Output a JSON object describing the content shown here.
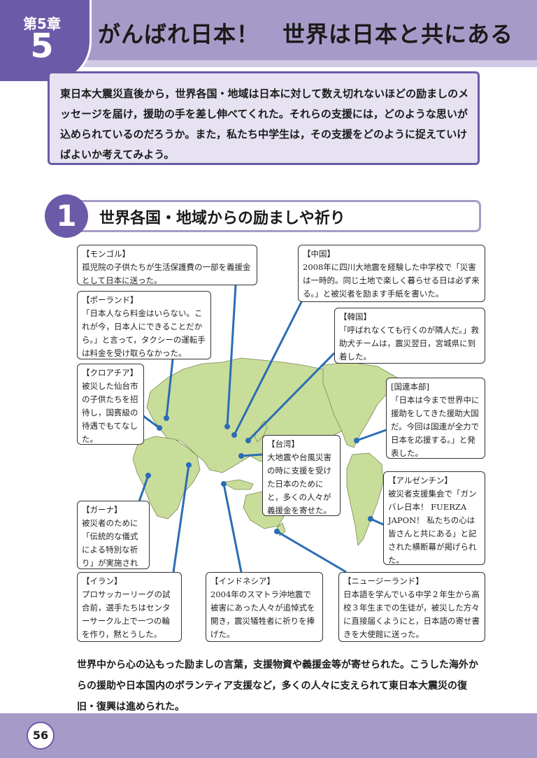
{
  "header": {
    "chapter_label": "第5章",
    "chapter_number": "5",
    "title": "がんばれ日本！　世界は日本と共にある"
  },
  "intro": {
    "text": "東日本大震災直後から，世界各国・地域は日本に対して数え切れないほどの励ましのメッセージを届け，援助の手を差し伸べてくれた。それらの支援には，どのような思いが込められているのだろうか。また，私たち中学生は，その支援をどのように捉えていけばよいか考えてみよう。"
  },
  "section": {
    "number": "1",
    "title": "世界各国・地域からの励ましや祈り"
  },
  "callouts": {
    "mongolia": {
      "title": "【モンゴル】",
      "body": "孤児院の子供たちが生活保護費の一部を義援金として日本に送った。"
    },
    "china": {
      "title": "【中国】",
      "body": "2008年に四川大地震を経験した中学校で「災害は一時的。同じ土地で楽しく暮らせる日は必ず来る。」と被災者を励ます手紙を書いた。"
    },
    "poland": {
      "title": "【ポーランド】",
      "body": "「日本人なら料金はいらない。これが今，日本人にできることだから。」と言って，タクシーの運転手は料金を受け取らなかった。"
    },
    "korea": {
      "title": "【韓国】",
      "body": "「呼ばれなくても行くのが隣人だ。」救助犬チームは，震災翌日，宮城県に到着した。"
    },
    "croatia": {
      "title": "【クロアチア】",
      "body": "被災した仙台市の子供たちを招待し，国賓級の待遇でもてなした。"
    },
    "un": {
      "title": "[国連本部]",
      "body": "「日本は今まで世界中に援助をしてきた援助大国だ。今回は国連が全力で日本を応援する。」と発表した。"
    },
    "taiwan": {
      "title": "【台湾】",
      "body": "大地震や台風災害の時に支援を受けた日本のためにと，多くの人々が義援金を寄せた。"
    },
    "argentina": {
      "title": "【アルゼンチン】",
      "body": "被災者支援集会で「ガンバレ日本！ FUERZA JAPON！ 私たちの心は皆さんと共にある」と記された横断幕が掲げられた。"
    },
    "ghana": {
      "title": "【ガーナ】",
      "body": "被災者のために「伝統的な儀式による特別な祈り」が実施された。"
    },
    "iran": {
      "title": "【イラン】",
      "body": "プロサッカーリーグの試合前，選手たちはセンターサークル上で一つの輪を作り，黙とうした。"
    },
    "indonesia": {
      "title": "【インドネシア】",
      "body": "2004年のスマトラ沖地震で被害にあった人々が追悼式を開き，震災犠牲者に祈りを捧げた。"
    },
    "newzealand": {
      "title": "【ニュージーランド】",
      "body": "日本語を学んでいる中学２年生から高校３年生までの生徒が，被災した方々に直接届くようにと，日本語の寄せ書きを大使館に送った。"
    }
  },
  "closing": {
    "text": "世界中から心の込もった励ましの言葉，支援物資や義援金等が寄せられた。こうした海外からの援助や日本国内のボランティア支援など，多くの人々に支えられて東日本大震災の復旧・復興は進められた。"
  },
  "footer": {
    "page_number": "56"
  },
  "colors": {
    "accent": "#6b5aa8",
    "band": "#a69bc8",
    "land": "#c9dd9a",
    "line": "#2a6db5"
  }
}
